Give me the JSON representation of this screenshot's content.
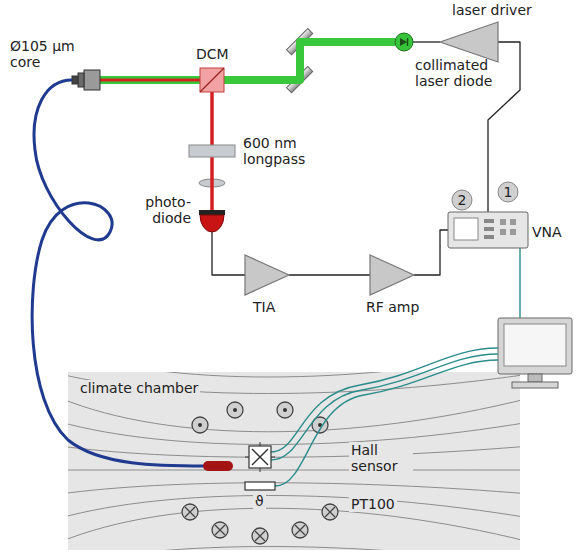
{
  "diagram": {
    "nodes": [
      {
        "text": [
          "laser driver"
        ]
      },
      {
        "text": [
          "collimated laser diode"
        ]
      },
      {
        "text": [
          "DCM"
        ]
      },
      {
        "text": [
          "600 nm longpass"
        ]
      },
      {
        "text": [
          "photo- diode"
        ]
      },
      {
        "text": [
          "TIA"
        ]
      },
      {
        "text": [
          "RF amp"
        ]
      },
      {
        "text": [
          "VNA"
        ]
      },
      {
        "text": [
          "climate chamber"
        ]
      },
      {
        "text": [
          "Hall sensor"
        ],
        "in": 8
      },
      {
        "text": [
          "PT100"
        ],
        "in": 8
      }
    ],
    "edges": [
      {
        "from": 0,
        "to": 1,
        "arrow": "none"
      },
      {
        "from": 7,
        "to": 0,
        "arrow": "none"
      },
      {
        "from": 1,
        "to": 2,
        "arrow": "none"
      },
      {
        "from": 2,
        "to": 3,
        "arrow": "none"
      },
      {
        "from": 3,
        "to": 4,
        "arrow": "none"
      },
      {
        "from": 4,
        "to": 5,
        "arrow": "none"
      },
      {
        "from": 5,
        "to": 6,
        "arrow": "none"
      },
      {
        "from": 6,
        "to": 7,
        "arrow": "none"
      }
    ],
    "labels": [
      "Ø105 µm core",
      "1",
      "2",
      "ϑ"
    ]
  }
}
